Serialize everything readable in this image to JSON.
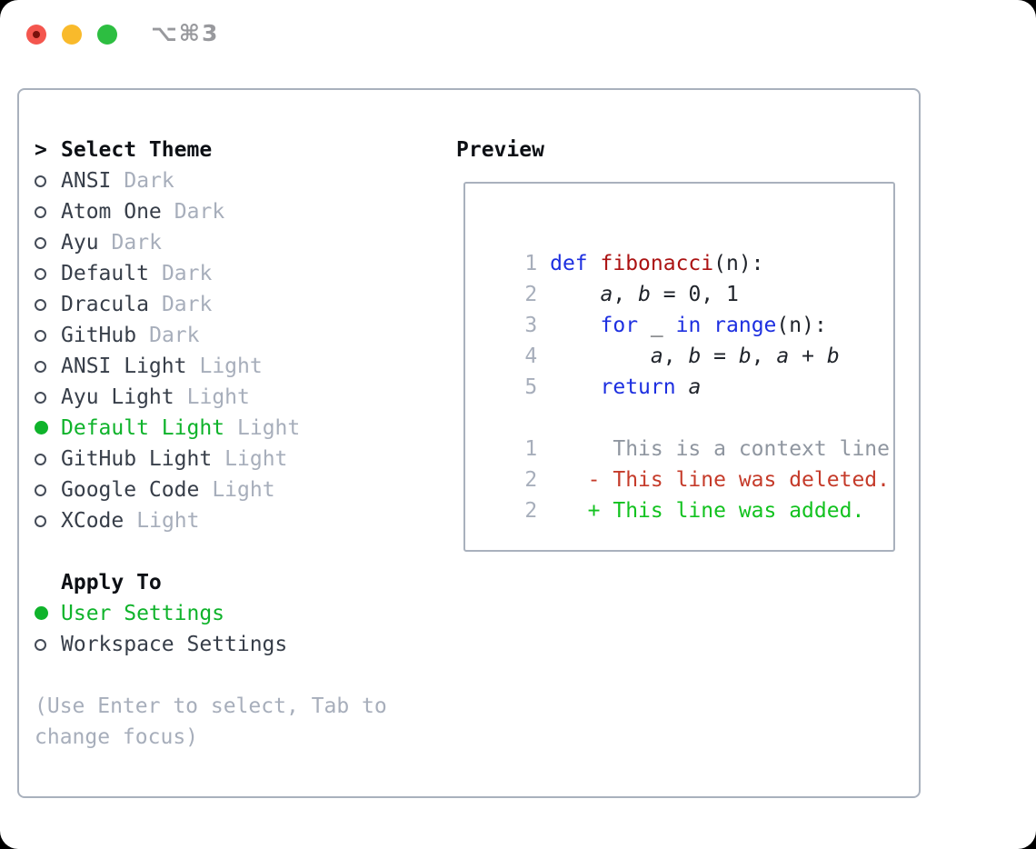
{
  "titlebar": {
    "shortcut": "⌥⌘3"
  },
  "colors": {
    "green": "#0fb32b",
    "add": "#12c21f",
    "del": "#c53b2a",
    "kw": "#1d2fe0",
    "fn": "#ab1212",
    "muted": "#a7aebb",
    "border": "#a9b1bd"
  },
  "theme_list": {
    "header_marker": ">",
    "header": "Select Theme",
    "items": [
      {
        "name": "ANSI",
        "tag": "Dark",
        "selected": false
      },
      {
        "name": "Atom One",
        "tag": "Dark",
        "selected": false
      },
      {
        "name": "Ayu",
        "tag": "Dark",
        "selected": false
      },
      {
        "name": "Default",
        "tag": "Dark",
        "selected": false
      },
      {
        "name": "Dracula",
        "tag": "Dark",
        "selected": false
      },
      {
        "name": "GitHub",
        "tag": "Dark",
        "selected": false
      },
      {
        "name": "ANSI Light",
        "tag": "Light",
        "selected": false
      },
      {
        "name": "Ayu Light",
        "tag": "Light",
        "selected": false
      },
      {
        "name": "Default Light",
        "tag": "Light",
        "selected": true
      },
      {
        "name": "GitHub Light",
        "tag": "Light",
        "selected": false
      },
      {
        "name": "Google Code",
        "tag": "Light",
        "selected": false
      },
      {
        "name": "XCode",
        "tag": "Light",
        "selected": false
      }
    ]
  },
  "apply_to": {
    "header": "Apply To",
    "options": [
      {
        "name": "User Settings",
        "selected": true
      },
      {
        "name": "Workspace Settings",
        "selected": false
      }
    ]
  },
  "hint": "(Use Enter to select, Tab to change focus)",
  "preview": {
    "title": "Preview",
    "code_lines": [
      {
        "num": "1",
        "tokens": [
          {
            "t": "def ",
            "c": "kw"
          },
          {
            "t": "fibonacci",
            "c": "fn"
          },
          {
            "t": "(n):",
            "c": "pl"
          }
        ]
      },
      {
        "num": "2",
        "tokens": [
          {
            "t": "    ",
            "c": "pl"
          },
          {
            "t": "a",
            "c": "var"
          },
          {
            "t": ", ",
            "c": "pl"
          },
          {
            "t": "b",
            "c": "var"
          },
          {
            "t": " = 0, 1",
            "c": "pl"
          }
        ]
      },
      {
        "num": "3",
        "tokens": [
          {
            "t": "    ",
            "c": "pl"
          },
          {
            "t": "for",
            "c": "kw"
          },
          {
            "t": " _ ",
            "c": "pl"
          },
          {
            "t": "in",
            "c": "kw"
          },
          {
            "t": " ",
            "c": "pl"
          },
          {
            "t": "range",
            "c": "kw"
          },
          {
            "t": "(n):",
            "c": "pl"
          }
        ]
      },
      {
        "num": "4",
        "tokens": [
          {
            "t": "        ",
            "c": "pl"
          },
          {
            "t": "a",
            "c": "var"
          },
          {
            "t": ", ",
            "c": "pl"
          },
          {
            "t": "b",
            "c": "var"
          },
          {
            "t": " = ",
            "c": "pl"
          },
          {
            "t": "b",
            "c": "var"
          },
          {
            "t": ", ",
            "c": "pl"
          },
          {
            "t": "a",
            "c": "var"
          },
          {
            "t": " + ",
            "c": "pl"
          },
          {
            "t": "b",
            "c": "var"
          }
        ]
      },
      {
        "num": "5",
        "tokens": [
          {
            "t": "    ",
            "c": "pl"
          },
          {
            "t": "return",
            "c": "kw"
          },
          {
            "t": " ",
            "c": "pl"
          },
          {
            "t": "a",
            "c": "var"
          }
        ]
      }
    ],
    "diff_lines": [
      {
        "num": "1",
        "tokens": [
          {
            "t": "     This is a context line.",
            "c": "ctx"
          }
        ]
      },
      {
        "num": "2",
        "tokens": [
          {
            "t": "   - This line was deleted.",
            "c": "del"
          }
        ]
      },
      {
        "num": "2",
        "tokens": [
          {
            "t": "   + This line was added.",
            "c": "add"
          }
        ]
      }
    ]
  }
}
